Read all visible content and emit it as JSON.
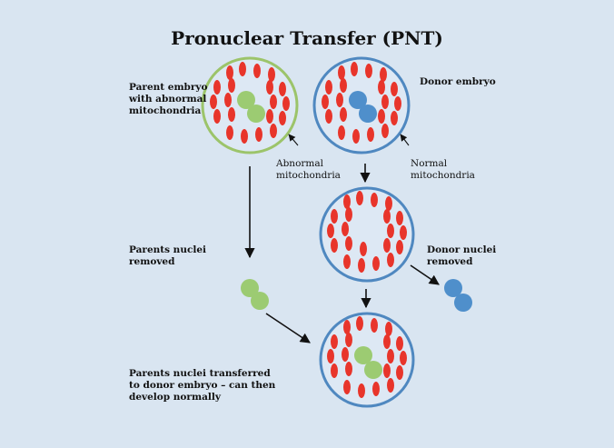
{
  "title": "Pronuclear Transfer (PNT)",
  "labels": {
    "parent_embryo": [
      "Parent embryo",
      "with abnormal",
      "mitochondria"
    ],
    "donor_embryo": "Donor embryo",
    "abnormal_mito": [
      "Abnormal",
      "mitochondria"
    ],
    "normal_mito": [
      "Normal",
      "mitochondria"
    ],
    "parents_nuclei_removed": [
      "Parents nuclei",
      "removed"
    ],
    "donor_nuclei_removed": [
      "Donor nuclei",
      "removed"
    ],
    "transferred": [
      "Parents nuclei transferred",
      "to donor embryo – can then",
      "develop normally"
    ]
  },
  "colors": {
    "background": "#d9e5f1",
    "mitochondria": "#e8352b",
    "parent_nucleus": "#9ccb72",
    "donor_nucleus": "#4f8fcb",
    "parent_cell_border": "#9cc46a",
    "donor_cell_border": "#4f88c0",
    "cell_fill": "#dde8f4"
  }
}
